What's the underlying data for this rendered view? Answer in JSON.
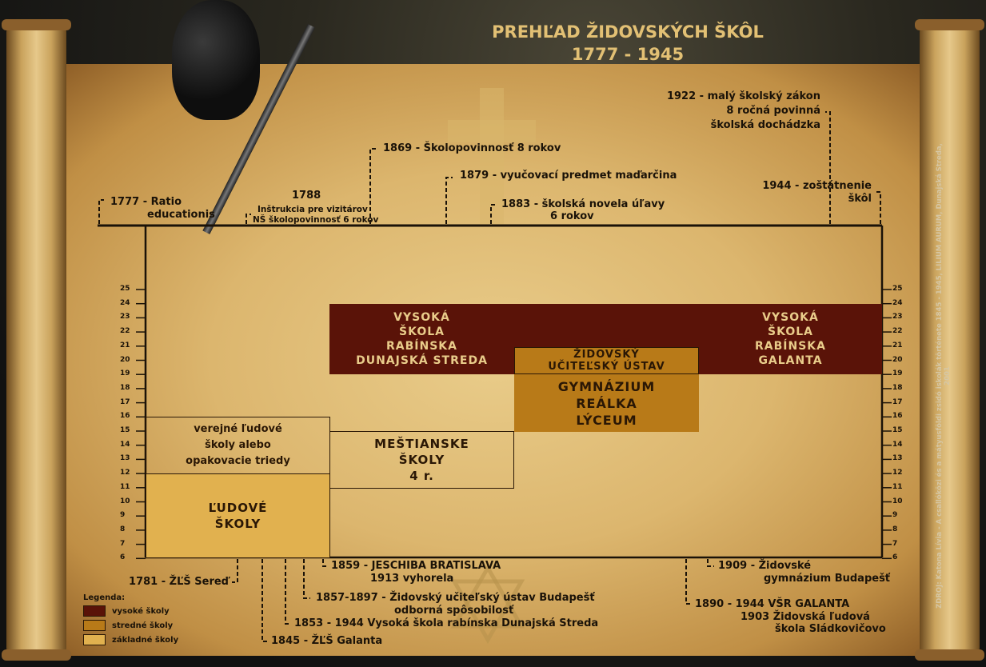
{
  "title": "PREHĽAD ŽIDOVSKÝCH ŠKÔL",
  "years": "1777 - 1945",
  "source": "ZDROJ: Katona Lívia - A csallóközi és a mátyusföldi zsidó iskolák története 1845 - 1945, LILIUM AURUM, Dunajská Streda, 2001",
  "top_events": {
    "e1777_a": "1777 - Ratio",
    "e1777_b": "educationis",
    "e1788_a": "1788",
    "e1788_b": "Inštrukcia pre vizitárov",
    "e1788_c": "NŠ školopovinnosť 6 rokov",
    "e1869": "1869 - Školopovinnosť 8 rokov",
    "e1879": "1879 - vyučovací predmet maďarčina",
    "e1883_a": "1883 - školská novela úľavy",
    "e1883_b": "6 rokov",
    "e1922_a": "1922 - malý školský zákon",
    "e1922_b": "8 ročná povinná",
    "e1922_c": "školská dochádzka",
    "e1944_a": "1944 - zoštátnenie",
    "e1944_b": "škôl"
  },
  "bottom_events": {
    "e1781": "1781 - ŽĽŠ Sereď",
    "e1845": "1845 - ŽĽŠ Galanta",
    "e1853": "1853 - 1944 Vysoká škola rabínska Dunajská Streda",
    "e1857_a": "1857-1897 - Židovský učiteľský ústav Budapešť",
    "e1857_b": "odborná spôsobilosť",
    "e1859_a": "1859 - JESCHIBA BRATISLAVA",
    "e1859_b": "1913 vyhorela",
    "e1890_a": "1890 - 1944 VŠR GALANTA",
    "e1890_b": "1903 Židovská ľudová",
    "e1890_c": "škola Sládkovičovo",
    "e1909_a": "1909 - Židovské",
    "e1909_b": "gymnázium Budapešť"
  },
  "blocks": {
    "vs_ds": [
      "VYSOKÁ",
      "ŠKOLA",
      "RABÍNSKA",
      "DUNAJSKÁ STREDA"
    ],
    "vs_gal": [
      "VYSOKÁ",
      "ŠKOLA",
      "RABÍNSKA",
      "GALANTA"
    ],
    "ucitelsky": [
      "ŽIDOVSKÝ",
      "UČITEĽSKÝ ÚSTAV"
    ],
    "gymnazium": [
      "GYMNÁZIUM",
      "REÁLKA",
      "LÝCEUM"
    ],
    "mestianske": [
      "MEŠTIANSKE",
      "ŠKOLY",
      "4 r."
    ],
    "verejne": [
      "verejné ľudové",
      "školy alebo",
      "opakovacie triedy"
    ],
    "ludove": [
      "ĽUDOVÉ",
      "ŠKOLY"
    ]
  },
  "axis_ticks": [
    25,
    24,
    23,
    22,
    21,
    20,
    19,
    18,
    17,
    16,
    15,
    14,
    13,
    12,
    11,
    10,
    9,
    8,
    7,
    6
  ],
  "legend": {
    "title": "Legenda:",
    "items": [
      {
        "label": "vysoké školy",
        "color": "#5a1308"
      },
      {
        "label": "stredné školy",
        "color": "#b87a18"
      },
      {
        "label": "základné školy",
        "color": "#e1b14f"
      }
    ]
  }
}
